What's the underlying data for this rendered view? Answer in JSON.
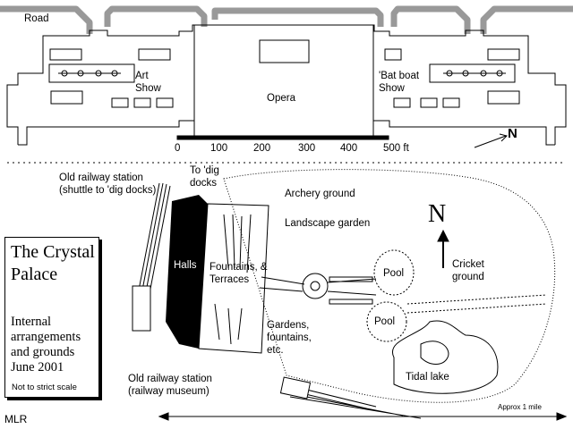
{
  "map": {
    "road_label": "Road",
    "art_show_label": "Art Show",
    "opera_label": "Opera",
    "bat_boat_label": "'Bat boat Show",
    "scale": {
      "ticks": [
        "0",
        "100",
        "200",
        "300",
        "400",
        "500 ft"
      ]
    },
    "north_small": "N",
    "north_large": "N",
    "old_station_top": "Old railway station (shuttle to 'dig docks)",
    "to_dig_docks": "To 'dig docks",
    "archery": "Archery ground",
    "landscape": "Landscape garden",
    "halls": "Halls",
    "fountains_terraces": "Fountains, & Terraces",
    "pool_upper": "Pool",
    "pool_lower": "Pool",
    "cricket": "Cricket ground",
    "gardens": "Gardens, fountains, etc.",
    "tidal_lake": "Tidal lake",
    "old_station_bottom": "Old railway station (railway museum)",
    "approx_mile": "Approx 1 mile",
    "author": "MLR"
  },
  "title_box": {
    "title": "The Crystal Palace",
    "subtitle": "Internal arrangements and grounds June 2001",
    "note": "Not to strict scale"
  },
  "colors": {
    "ink": "#000000",
    "paper": "#ffffff",
    "road": "#999999"
  }
}
